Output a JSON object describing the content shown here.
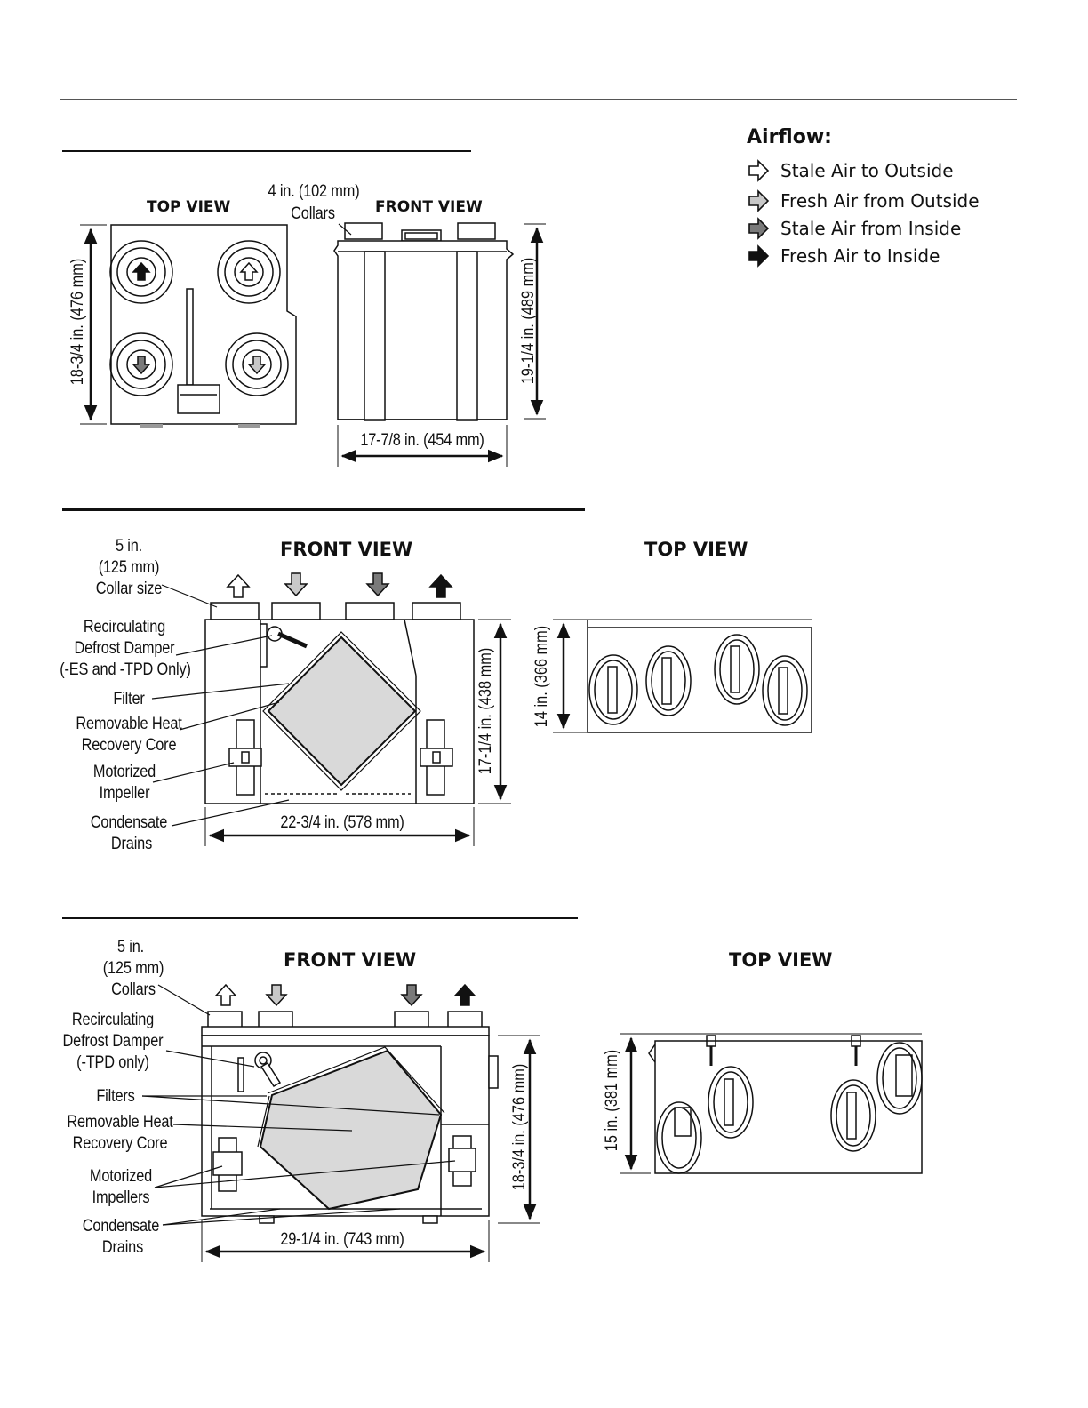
{
  "legend": {
    "title": "Airflow:",
    "items": [
      {
        "label": "Stale Air to Outside",
        "fill": "#ffffff"
      },
      {
        "label": "Fresh Air from Outside",
        "fill": "#c8c8c8"
      },
      {
        "label": "Stale Air from Inside",
        "fill": "#7a7a7a"
      },
      {
        "label": "Fresh Air to Inside",
        "fill": "#111111"
      }
    ]
  },
  "unit1": {
    "top_view": "TOP VIEW",
    "front_view": "FRONT VIEW",
    "collars_size": "4 in. (102 mm)",
    "collars_word": "Collars",
    "height_left": "18-3/4 in. (476 mm)",
    "height_right": "19-1/4 in. (489 mm)",
    "width": "17-7/8 in. (454 mm)"
  },
  "unit2": {
    "front_view": "FRONT VIEW",
    "top_view": "TOP VIEW",
    "collar_line1": "5 in.",
    "collar_line2": "(125 mm)",
    "collar_line3": "Collar size",
    "damper_line1": "Recirculating",
    "damper_line2": "Defrost Damper",
    "damper_line3": "(-ES and -TPD Only)",
    "filter": "Filter",
    "core_line1": "Removable Heat",
    "core_line2": "Recovery Core",
    "impeller_line1": "Motorized",
    "impeller_line2": "Impeller",
    "drains_line1": "Condensate",
    "drains_line2": "Drains",
    "width": "22-3/4 in. (578 mm)",
    "height": "17-1/4 in. (438 mm)",
    "top_depth": "14 in. (366 mm)"
  },
  "unit3": {
    "front_view": "FRONT VIEW",
    "top_view": "TOP VIEW",
    "collar_line1": "5 in.",
    "collar_line2": "(125 mm)",
    "collar_line3": "Collars",
    "damper_line1": "Recirculating",
    "damper_line2": "Defrost Damper",
    "damper_line3": "(-TPD only)",
    "filters": "Filters",
    "core_line1": "Removable Heat",
    "core_line2": "Recovery Core",
    "impeller_line1": "Motorized",
    "impeller_line2": "Impellers",
    "drains_line1": "Condensate",
    "drains_line2": "Drains",
    "width": "29-1/4 in. (743 mm)",
    "height": "18-3/4 in. (476 mm)",
    "top_depth": "15 in. (381 mm)"
  }
}
